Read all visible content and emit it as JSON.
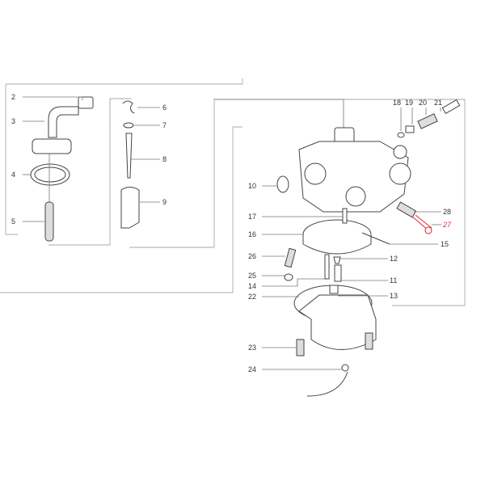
{
  "diagram": {
    "highlight_color": "#e0303a",
    "callouts": [
      {
        "id": "2",
        "text": "2"
      },
      {
        "id": "3",
        "text": "3"
      },
      {
        "id": "4",
        "text": "4"
      },
      {
        "id": "5",
        "text": "5"
      },
      {
        "id": "6",
        "text": "6"
      },
      {
        "id": "7",
        "text": "7"
      },
      {
        "id": "8",
        "text": "8"
      },
      {
        "id": "9",
        "text": "9"
      },
      {
        "id": "10",
        "text": "10"
      },
      {
        "id": "17",
        "text": "17"
      },
      {
        "id": "16",
        "text": "16"
      },
      {
        "id": "26",
        "text": "26"
      },
      {
        "id": "25",
        "text": "25"
      },
      {
        "id": "14",
        "text": "14"
      },
      {
        "id": "22",
        "text": "22"
      },
      {
        "id": "23",
        "text": "23"
      },
      {
        "id": "24",
        "text": "24"
      },
      {
        "id": "18",
        "text": "18"
      },
      {
        "id": "19",
        "text": "19"
      },
      {
        "id": "20",
        "text": "20"
      },
      {
        "id": "21",
        "text": "21"
      },
      {
        "id": "28",
        "text": "28"
      },
      {
        "id": "27",
        "text": "27",
        "highlighted": true
      },
      {
        "id": "15",
        "text": "15"
      },
      {
        "id": "12",
        "text": "12"
      },
      {
        "id": "11",
        "text": "11"
      },
      {
        "id": "13",
        "text": "13"
      }
    ]
  }
}
